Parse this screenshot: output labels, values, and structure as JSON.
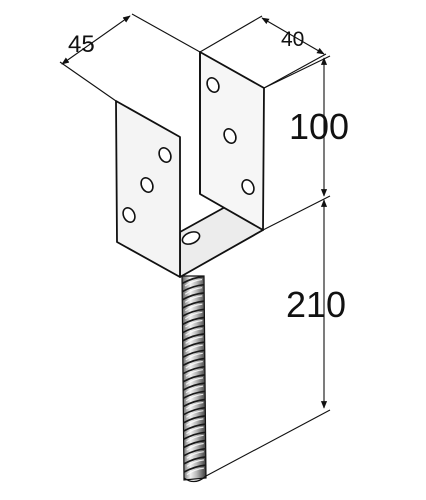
{
  "dimensions": {
    "width_left": "45",
    "width_right": "40",
    "bracket_height": "100",
    "rod_length": "210"
  },
  "colors": {
    "line": "#111111",
    "metal_face": "#f4f4f4",
    "metal_face_shade": "#e2e2e2",
    "metal_floor": "#ebebeb",
    "rod_light": "#e6e6e6",
    "rod_dark": "#2a2a2a",
    "background": "#ffffff"
  }
}
